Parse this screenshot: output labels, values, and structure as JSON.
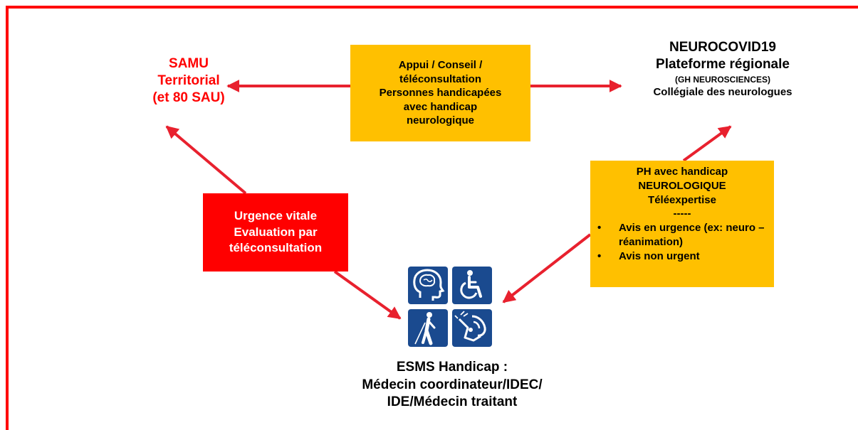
{
  "samu": {
    "line1": "SAMU",
    "line2": "Territorial",
    "line3": "(et 80 SAU)"
  },
  "neuro": {
    "line1": "NEUROCOVID19",
    "line2": "Plateforme  régionale",
    "line3": "(GH NEUROSCIENCES)",
    "line4": "Collégiale  des neurologues"
  },
  "appui": {
    "lines": [
      "Appui / Conseil /",
      "téléconsultation",
      "Personnes handicapées",
      "avec handicap",
      "neurologique"
    ]
  },
  "urgence": {
    "lines": [
      "Urgence vitale",
      "Evaluation par",
      "téléconsultation"
    ]
  },
  "ph": {
    "line1": "PH avec handicap",
    "line2": "NEUROLOGIQUE",
    "line3": "Téléexpertise",
    "separator": "-----",
    "bullet_symbol": "•",
    "bullets": [
      "Avis  en urgence (ex: neuro –réanimation)",
      "Avis non urgent"
    ]
  },
  "icons": [
    "brain-head-icon",
    "wheelchair-icon",
    "blind-person-cane-icon",
    "sign-language-icon"
  ],
  "esms": {
    "line1": "ESMS Handicap :",
    "line2": "Médecin coordinateur/IDEC/",
    "line3": "IDE/Médecin traitant"
  },
  "colors": {
    "frame": "#ff0000",
    "arrow": "#e8212e",
    "orange_box": "#ffc000",
    "red_box": "#ff0000",
    "icon_blue": "#1a4a8f",
    "samu_text": "#ff0000"
  }
}
